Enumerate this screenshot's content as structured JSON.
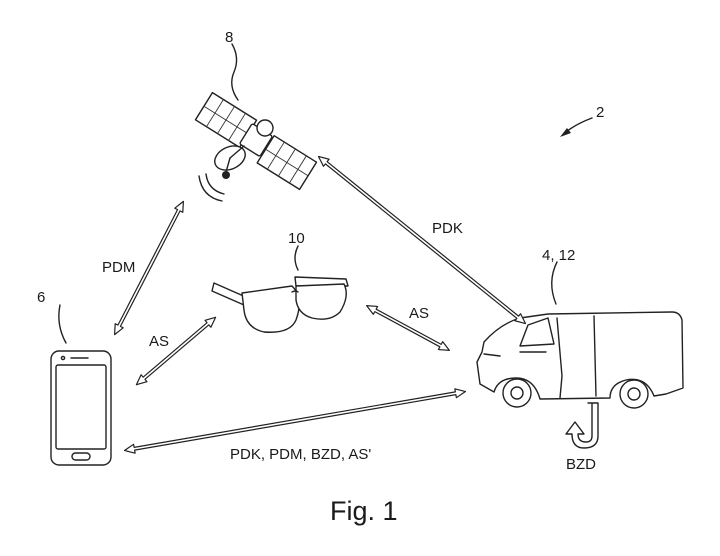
{
  "diagram": {
    "system_ref": "2",
    "vehicle_ref": "4, 12",
    "phone_ref": "6",
    "satellite_ref": "8",
    "glasses_ref": "10",
    "links": {
      "satellite_phone": "PDM",
      "satellite_vehicle": "PDK",
      "glasses_phone": "AS",
      "glasses_vehicle": "AS",
      "phone_vehicle": "PDK, PDM, BZD, AS'"
    },
    "vehicle_action": "BZD",
    "caption": "Fig. 1"
  }
}
